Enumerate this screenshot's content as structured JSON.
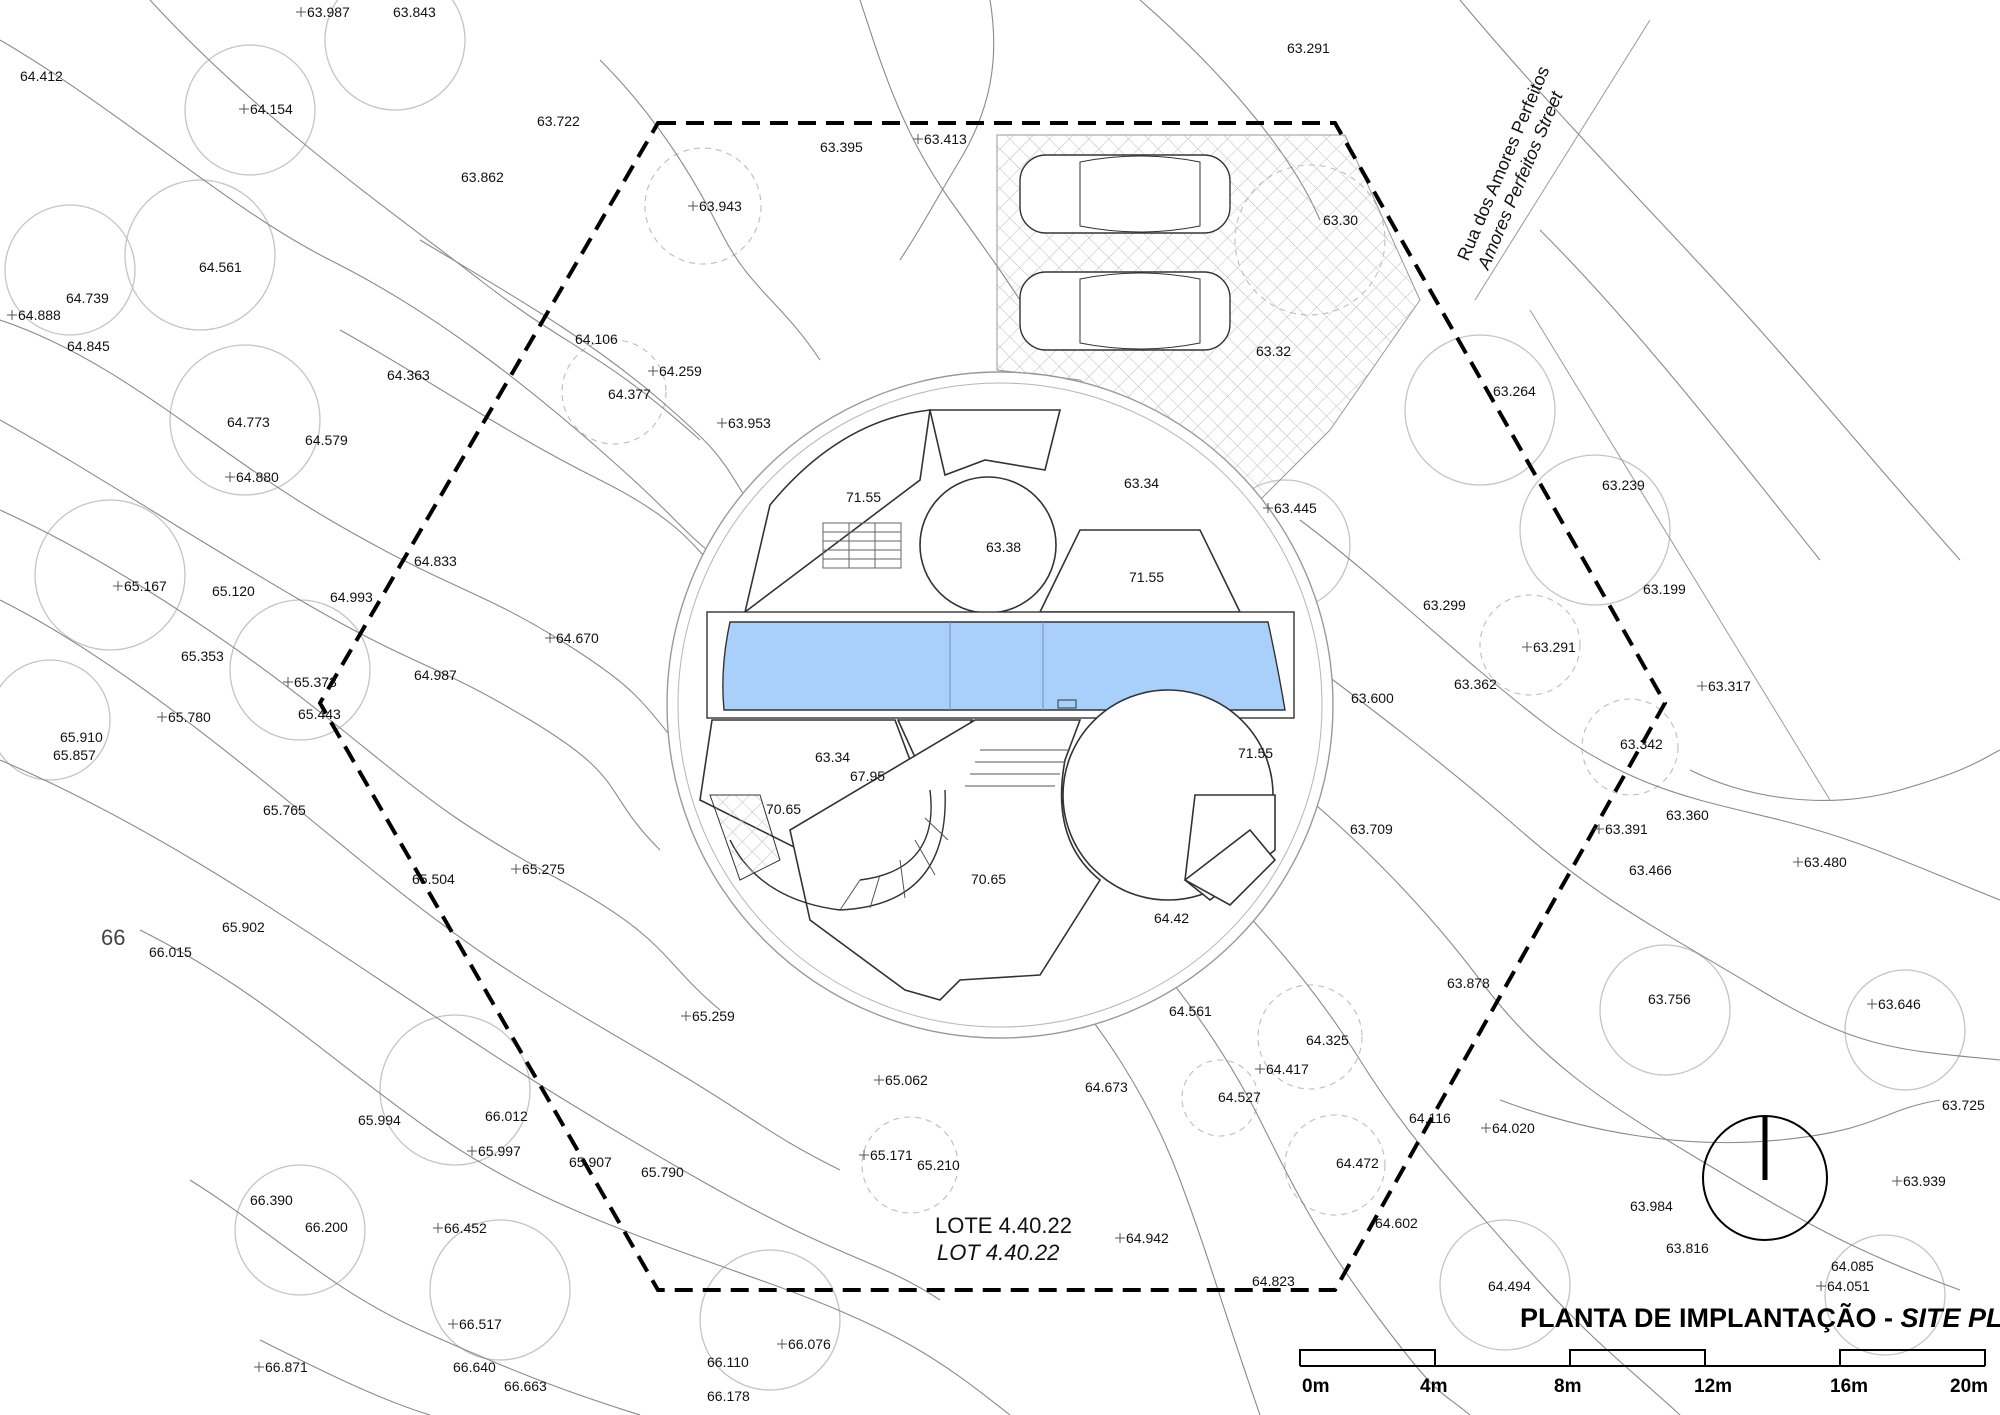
{
  "title": {
    "main": "PLANTA DE IMPLANTAÇÃO - ",
    "italic": "SITE PLAN"
  },
  "lot": {
    "line1": "LOTE 4.40.22",
    "line2": "LOT 4.40.22"
  },
  "street": {
    "line1": "Rua dos Amores Perfeitos",
    "line2": "Amores Perfeitos Street"
  },
  "contour_label": "66",
  "colors": {
    "pool": "#a9d0fb",
    "boundary": "#000000",
    "contour": "#8a8a8a",
    "vegetation": "#c4c4c4"
  },
  "icons": [
    "north-arrow-icon",
    "car-icon",
    "tree-icon"
  ],
  "scale_bar": {
    "labels": [
      "0m",
      "4m",
      "8m",
      "12m",
      "16m",
      "20m"
    ]
  },
  "house_levels": [
    "71.55",
    "63.38",
    "63.34",
    "71.55",
    "63.34",
    "67.95",
    "70.65",
    "71.55",
    "70.65",
    "64.42"
  ],
  "parking_levels": [
    "63.30",
    "63.32"
  ],
  "spot_elevations": [
    "63.987",
    "63.843",
    "64.412",
    "64.154",
    "63.722",
    "63.395",
    "63.413",
    "63.291",
    "63.862",
    "63.943",
    "64.561",
    "64.739",
    "64.888",
    "64.845",
    "64.106",
    "64.259",
    "64.377",
    "64.363",
    "63.953",
    "64.773",
    "64.579",
    "64.880",
    "64.833",
    "64.993",
    "65.167",
    "65.120",
    "65.353",
    "65.373",
    "65.443",
    "64.987",
    "64.670",
    "65.910",
    "65.857",
    "65.780",
    "63.264",
    "63.239",
    "63.445",
    "63.199",
    "63.299",
    "63.291",
    "63.362",
    "63.600",
    "63.317",
    "63.342",
    "63.360",
    "63.391",
    "63.709",
    "63.466",
    "63.480",
    "65.765",
    "65.504",
    "65.275",
    "66.015",
    "65.902",
    "65.259",
    "63.878",
    "63.756",
    "63.646",
    "64.561",
    "64.325",
    "64.417",
    "64.527",
    "64.673",
    "65.062",
    "63.725",
    "64.116",
    "64.020",
    "65.994",
    "66.012",
    "65.997",
    "65.907",
    "65.790",
    "65.171",
    "65.210",
    "64.472",
    "63.939",
    "66.390",
    "66.200",
    "66.452",
    "63.984",
    "63.816",
    "64.942",
    "64.602",
    "64.085",
    "64.051",
    "64.823",
    "64.494",
    "66.517",
    "66.640",
    "66.663",
    "66.076",
    "66.110",
    "66.178",
    "66.871"
  ]
}
